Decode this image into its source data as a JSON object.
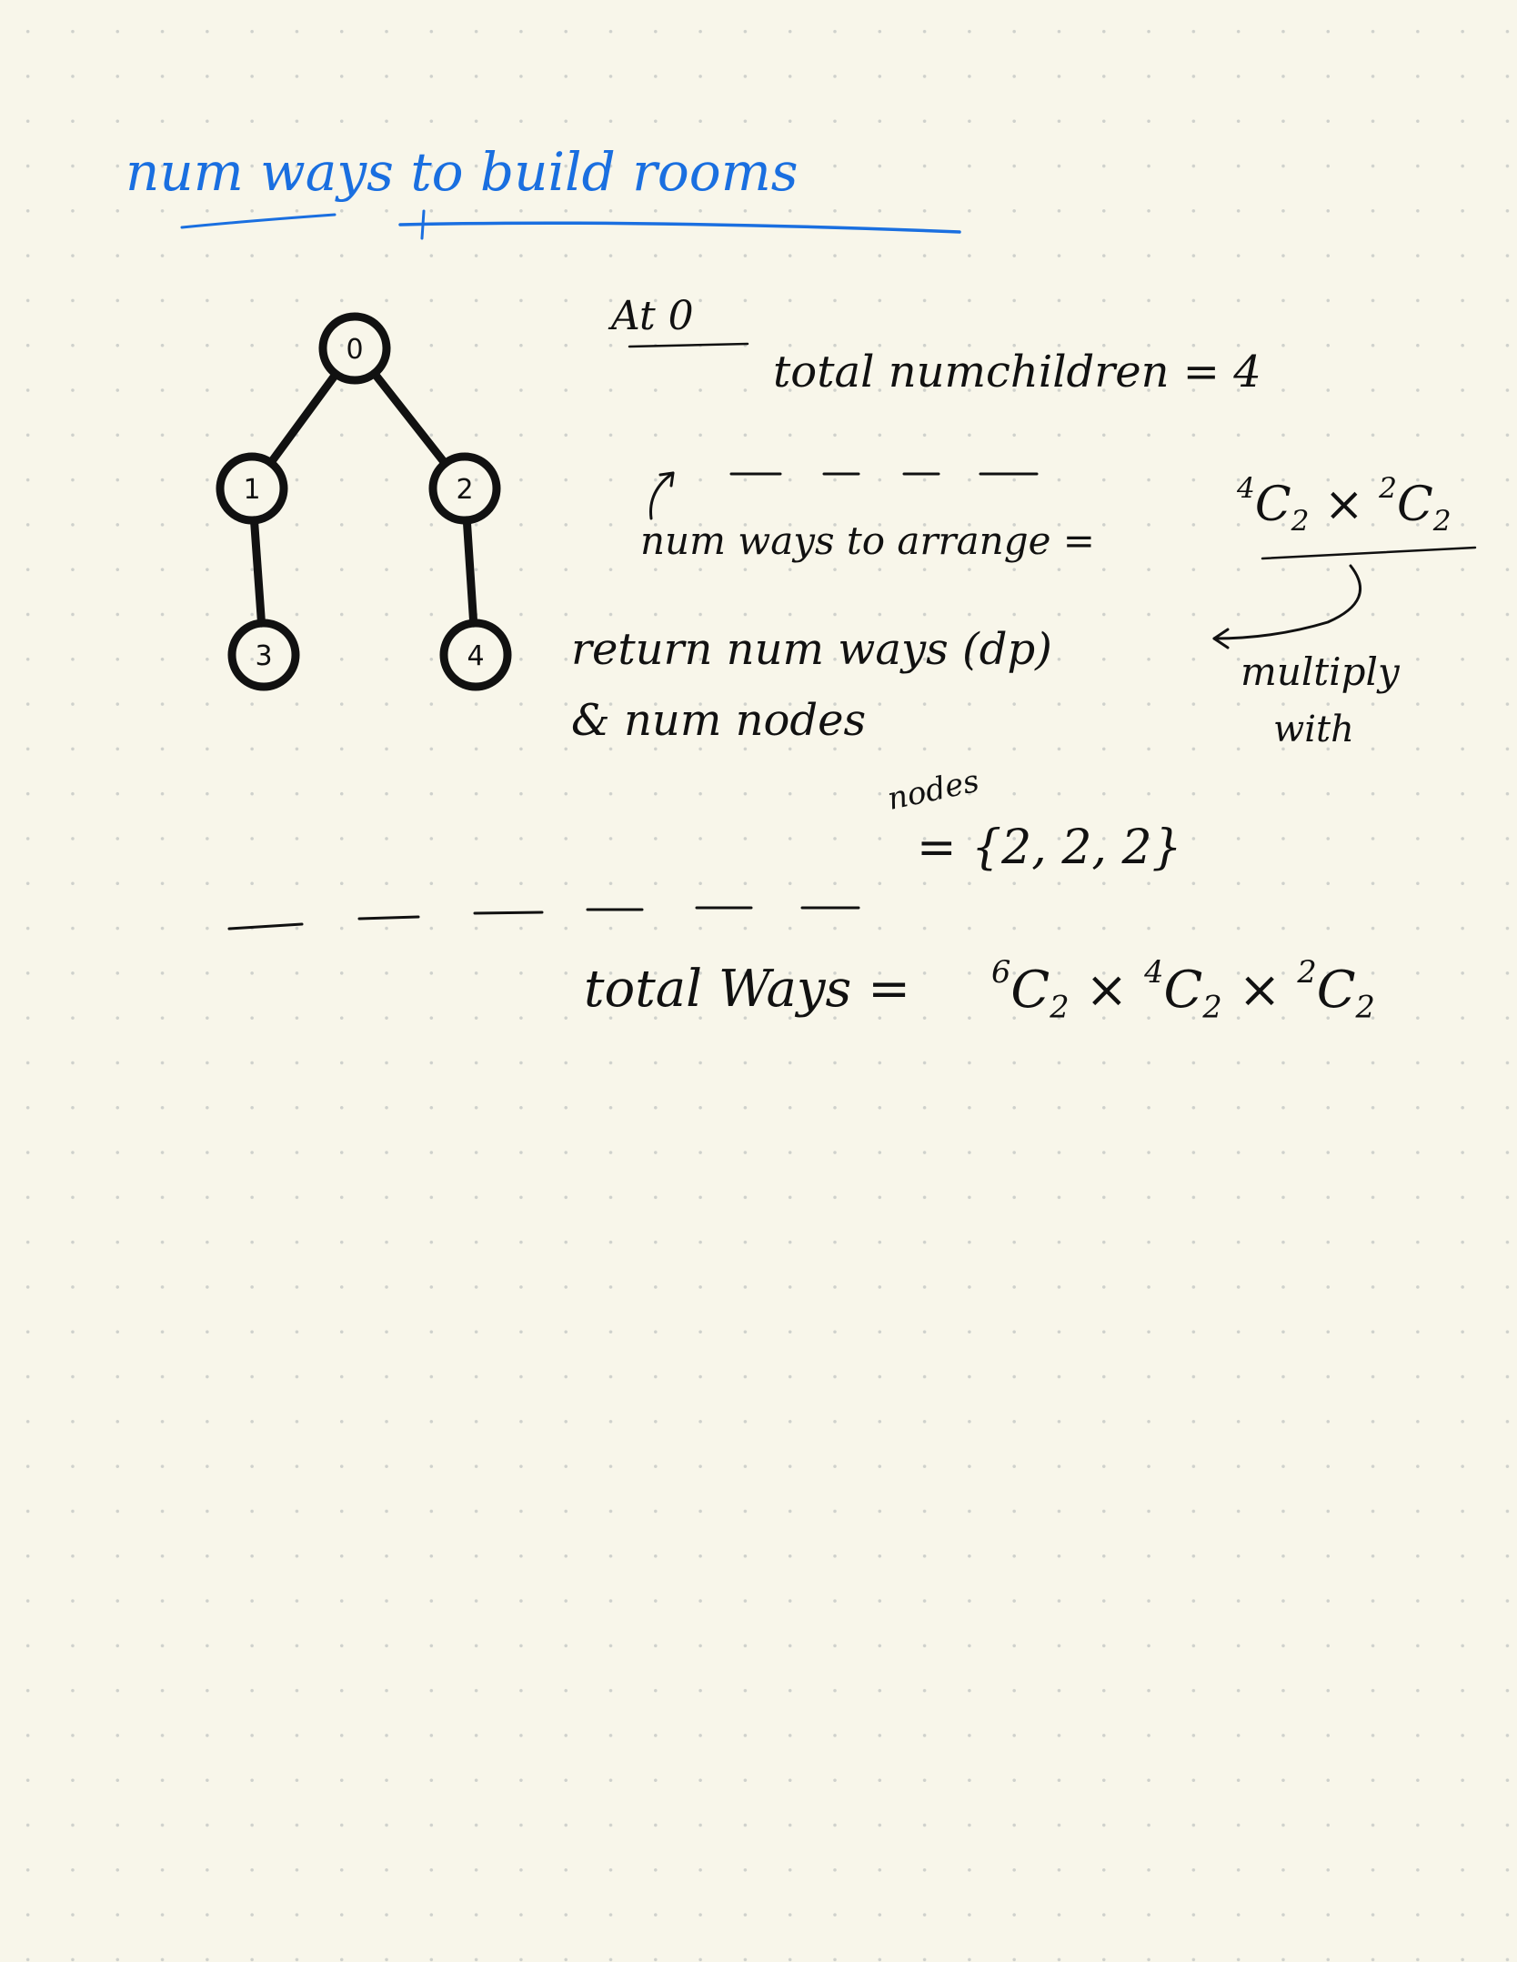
{
  "title": "num ways to build rooms",
  "tree": {
    "nodes": [
      {
        "id": "0",
        "label": "0"
      },
      {
        "id": "1",
        "label": "1"
      },
      {
        "id": "2",
        "label": "2"
      },
      {
        "id": "3",
        "label": "3"
      },
      {
        "id": "4",
        "label": "4"
      }
    ],
    "edges": [
      {
        "from": "0",
        "to": "1"
      },
      {
        "from": "0",
        "to": "2"
      },
      {
        "from": "1",
        "to": "3"
      },
      {
        "from": "2",
        "to": "4"
      }
    ]
  },
  "notes": {
    "at_heading": "At 0",
    "total_children": "total numchildren = 4",
    "num_ways_label": "num ways to arrange =",
    "formula_1": {
      "c1_sup": "4",
      "c1_sub": "2",
      "times": "×",
      "c2_sup": "2",
      "c2_sub": "2"
    },
    "return_line1": "return num ways (dp)",
    "return_line2": "& num nodes",
    "multiply": "multiply",
    "with": "with",
    "nodes_label": "nodes",
    "nodes_set": "= {2, 2, 2}",
    "total_ways_label": "total Ways =",
    "formula_2": {
      "c1_sup": "6",
      "c1_sub": "2",
      "c2_sup": "4",
      "c2_sub": "2",
      "c3_sup": "2",
      "c3_sub": "2",
      "times": "×"
    }
  },
  "colors": {
    "title": "#1a6fe0",
    "ink": "#111111",
    "background": "#f8f6ea"
  }
}
